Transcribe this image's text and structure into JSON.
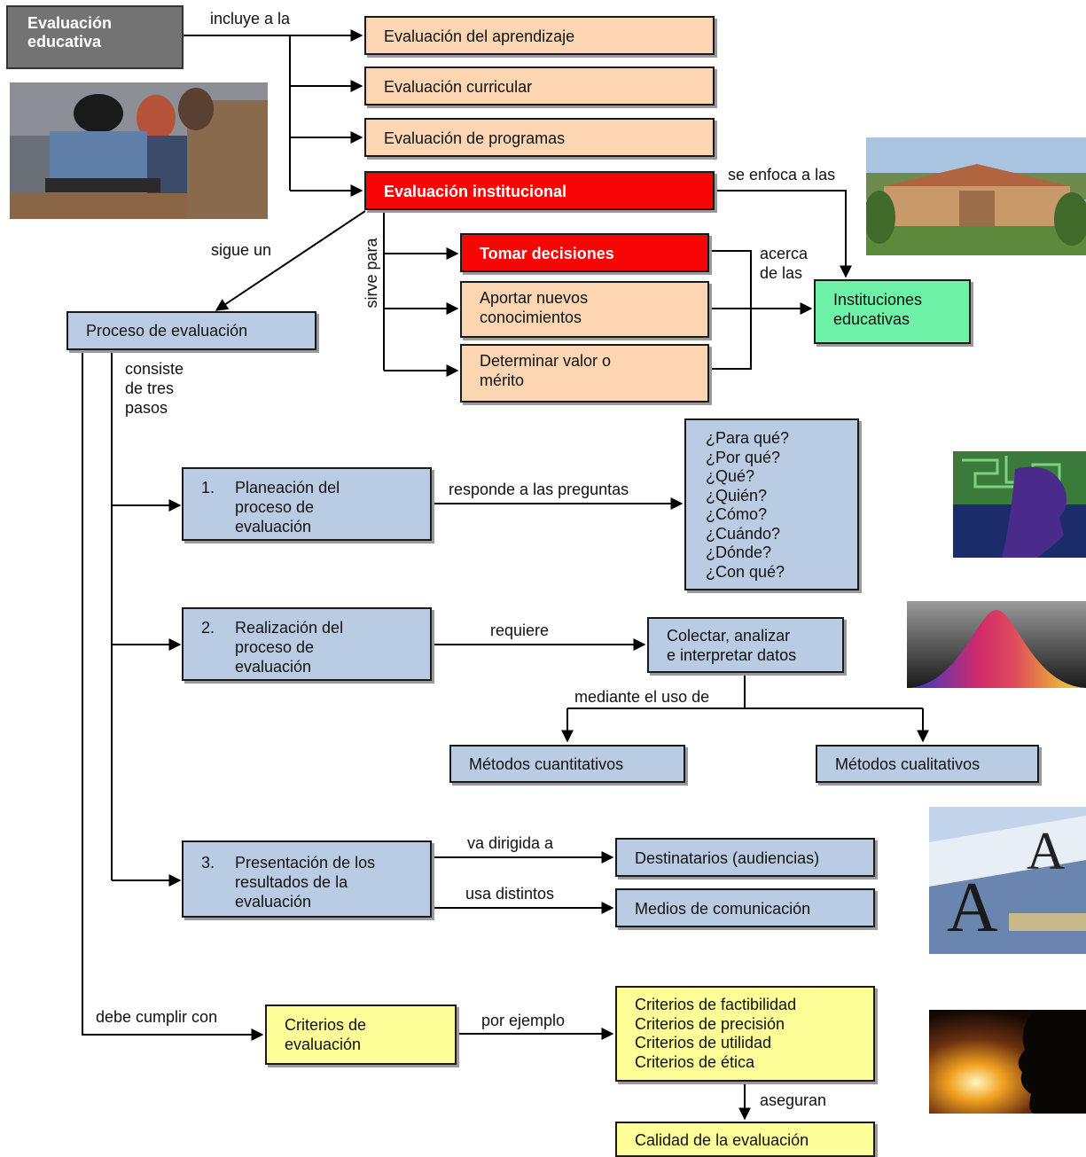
{
  "root": "Evaluación\neducativa",
  "types": [
    "Evaluación del aprendizaje",
    "Evaluación curricular",
    "Evaluación de programas",
    "Evaluación institucional"
  ],
  "purposes": [
    "Tomar decisiones",
    "Aportar nuevos\nconocimientos",
    "Determinar valor o\nmérito"
  ],
  "institutions": "Instituciones\neducativas",
  "process": "Proceso de evaluación",
  "steps": [
    {
      "num": "1.",
      "label": "Planeación del\nproceso de\nevaluación"
    },
    {
      "num": "2.",
      "label": "Realización del\nproceso de\nevaluación"
    },
    {
      "num": "3.",
      "label": "Presentación de los\nresultados de la\nevaluación"
    }
  ],
  "questions": "¿Para qué?\n¿Por qué?\n¿Qué?\n¿Quién?\n¿Cómo?\n¿Cuándo?\n¿Dónde?\n¿Con qué?",
  "collect": "Colectar, analizar\ne interpretar datos",
  "methods": [
    "Métodos cuantitativos",
    "Métodos cualitativos"
  ],
  "audiences": "Destinatarios (audiencias)",
  "media": "Medios de comunicación",
  "criteria": "Criterios de\nevaluación",
  "criteria_list": "Criterios de factibilidad\nCriterios de precisión\nCriterios de utilidad\nCriterios de ética",
  "quality": "Calidad de la evaluación",
  "links": {
    "includes": "incluye a la",
    "focuses": "se enfoca a las",
    "follows": "sigue un",
    "serves": "sirve para",
    "about": "acerca\nde las",
    "consists": "consiste\nde tres\npasos",
    "answers": "responde a las preguntas",
    "requires": "requiere",
    "through": "mediante el uso de",
    "directed": "va dirigida a",
    "uses": "usa distintos",
    "must": "debe cumplir con",
    "example": "por ejemplo",
    "ensure": "aseguran"
  },
  "colors": {
    "peach": "#fcd6b2",
    "red": "#f80606",
    "blue": "#b9cce3",
    "green": "#6ef2a8",
    "yellow": "#ffff99",
    "grey": "#737373"
  },
  "images": [
    "students-photo",
    "campus-photo",
    "maze-head-image",
    "bell-curve-image",
    "typography-image",
    "silhouette-sun-image"
  ]
}
